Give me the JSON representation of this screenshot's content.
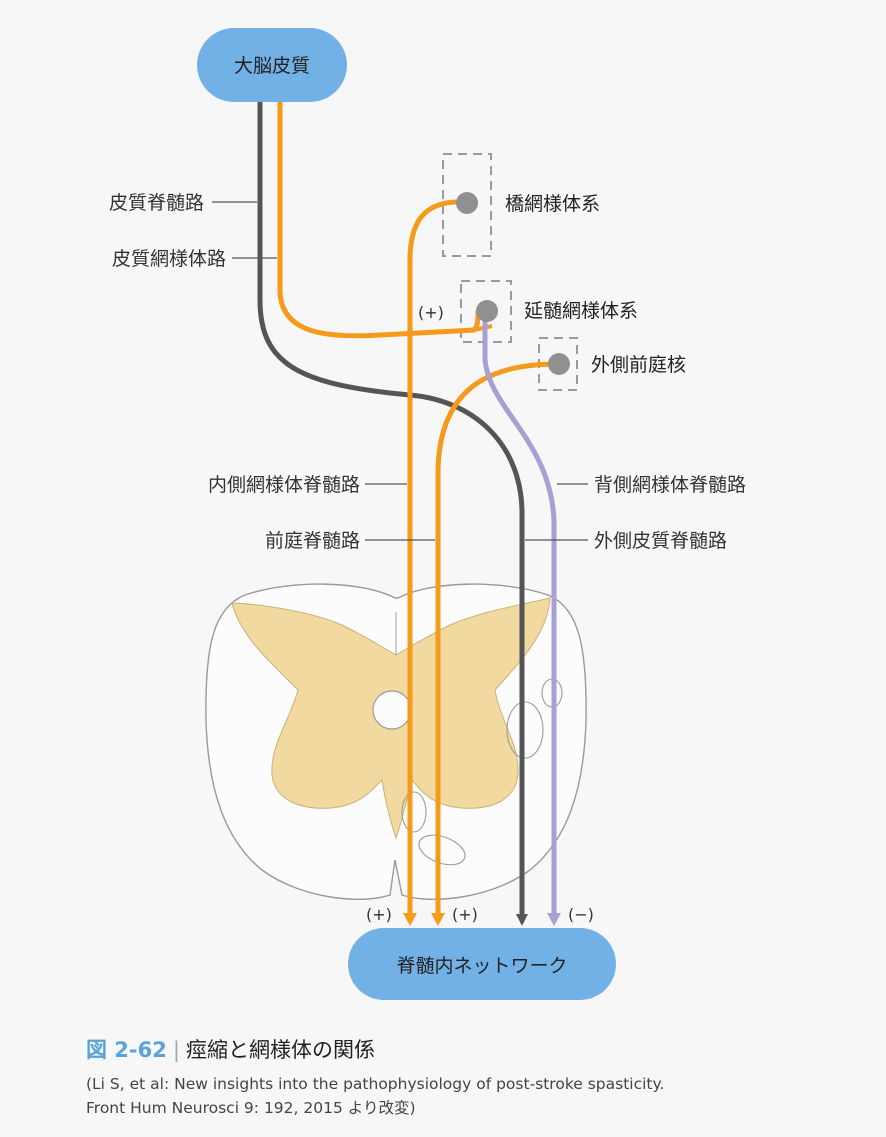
{
  "nodes": {
    "cerebral_cortex": "大脳皮質",
    "pontine_reticular": "橋網様体系",
    "medullary_reticular": "延髄網様体系",
    "lateral_vestibular": "外側前庭核",
    "spinal_network": "脊髄内ネットワーク"
  },
  "tract_labels": {
    "corticospinal": "皮質脊髄路",
    "corticoreticular": "皮質網様体路",
    "medial_reticulospinal": "内側網様体脊髄路",
    "vestibulospinal": "前庭脊髄路",
    "dorsal_reticulospinal": "背側網様体脊髄路",
    "lateral_corticospinal": "外側皮質脊髄路"
  },
  "signs": {
    "medullary_input": "(+)",
    "medial_reticulospinal": "(+)",
    "vestibulospinal": "(+)",
    "dorsal_reticulospinal": "(−)"
  },
  "colors": {
    "node_fill": "#72b1e6",
    "facilitatory": "#f59a1a",
    "corticospinal": "#555555",
    "inhibitory": "#a89fd3",
    "nucleus": "#909090",
    "gray_matter": "#f1d9a0"
  },
  "caption": {
    "number": "図 2-62",
    "title": "痙縮と網様体の関係"
  },
  "reference": {
    "line1": "(Li S, et al: New insights into the pathophysiology of post-stroke spasticity.",
    "line2": "Front Hum Neurosci 9: 192, 2015 より改変)"
  }
}
